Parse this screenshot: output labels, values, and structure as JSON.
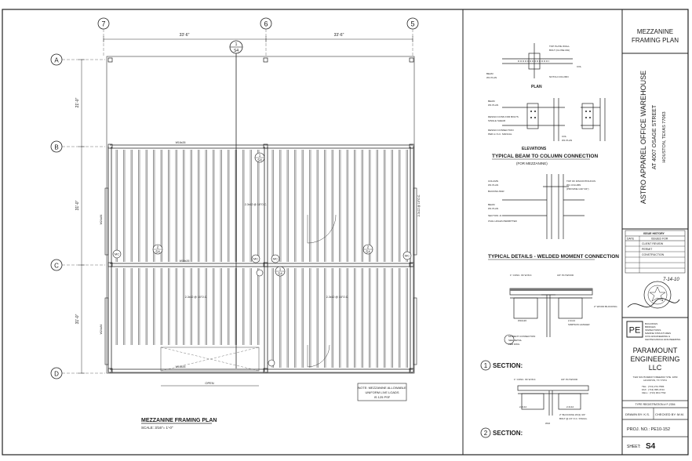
{
  "plan": {
    "grid_columns": [
      "7",
      "6",
      "5"
    ],
    "grid_rows": [
      "A",
      "B",
      "C",
      "D"
    ],
    "dim_top": [
      "33'-6\"",
      "33'-6\""
    ],
    "dim_left": [
      "21'-0\"",
      "31'-0\"",
      "31'-0\""
    ],
    "section_tag_top": {
      "num": "1",
      "sheet": "S4"
    },
    "beam_labels": {
      "b_row": "W16x26",
      "c_row": "W16x26",
      "d_row": "W16x26",
      "left_col": "W24x84",
      "right_col": "W24x84",
      "joists_1": "2-3x12 @ 16\"O.C.",
      "joists_2": "2-3x12 @ 16\"O.C.",
      "joists_3": "2-3x12 @ 16\"O.C.",
      "joists_4": "2-3x12 @ 16\"O.C."
    },
    "mc_tag": "MC",
    "bubble_sheet": "S4",
    "bubble_nums": [
      "2",
      "2",
      "1",
      "1"
    ],
    "open_label": "OPEN",
    "note_lines": [
      "NOTE: MEZZANINE ALLOWABLE",
      "UNIFORM LIVE LOADS",
      "IS 125 PSF"
    ],
    "title": "MEZZANINE FRAMING PLAN",
    "scale": "SCALE: 3/16\"= 1'-0\""
  },
  "details": {
    "plan_label": "PLAN",
    "elevations_label": "ELEVATIONS",
    "detail1_title": "TYPICAL BEAM TO COLUMN CONNECTION",
    "detail1_sub": "(FOR MEZZANINE)",
    "detail2_title": "TYPICAL DETAILS - WELDED MOMENT CONNECTION",
    "section1_num": "1",
    "section1_label": "SECTION:",
    "section2_num": "2",
    "section2_label": "SECTION:",
    "notes_plan": [
      "TOP PLATE W/ALL",
      "BOLT (CLOSE MH)",
      "NOTCH COLUMN",
      "COL",
      "BEAM",
      "W1 PLAN"
    ],
    "notes_elev": [
      "BEAM",
      "W1 PLAN",
      "COL",
      "W1 PLAN",
      "DESIGN CONN FOR BOLTS",
      "SINGLE SHEAR",
      "DESIGN CONNECTION",
      "PER A.I.S.C. MANUAL"
    ],
    "notes_moment": [
      "COLUMN",
      "W1 PLAN",
      "BACKING BAR",
      "BEAM",
      "W1 PLAN",
      "SECTION J1",
      "OVAL HOLES PERMITTED",
      "TOP OF DISCONTINUOUS",
      "W1 COLUMN",
      "(PROVIDE CAP 3/4\")"
    ],
    "sect1_notes": [
      "1\" CONC. W/ W.W.F.",
      "3/4\" PLYWOOD",
      "2\" WOOD BLOCKING",
      "W16x26",
      "2-3x12",
      "SIMPSON HANGER",
      "MOMENT CONNECTION",
      "SEE DETAIL",
      "PER DWG"
    ],
    "sect2_notes": [
      "1\" CONC. W/ W.W.F.",
      "3/4\" PLYWOOD",
      "2-3x12",
      "2-3x12",
      "2\" BLOCKING W/(1) 3/4\"",
      "BOLT @ 24\" O.C. STAGG.",
      "W16"
    ]
  },
  "title_block": {
    "sheet_title": [
      "MEZZANINE",
      "FRAMING PLAN"
    ],
    "project": "ASTRO APPAREL OFFICE WAREHOUSE",
    "address": "AT 4007 OSAGE STREET",
    "city": "HOUSTON, TEXAS 77063",
    "issue_history": "ISSUE HISTORY",
    "issue_cols": [
      "DATE",
      "ISSUED FOR"
    ],
    "issue_rows": [
      "CLIENT REVIEW",
      "PERMIT",
      "CONSTRUCTION"
    ],
    "seal_date": "7-14-10",
    "pe_logo": "PE",
    "pe_services": [
      "BUILDINGS",
      "BRIDGES",
      "INSPECTIONS",
      "MARINE STRUCTURES",
      "CIVIL ENGINEERING &",
      "GEOTECHNICAL ENGINEERING"
    ],
    "firm": [
      "PARAMOUNT",
      "ENGINEERING",
      "LLC"
    ],
    "firm_address": [
      "7322 SOUTHWEST FREEWAY STE. 1050",
      "HOUSTON, TX 77074"
    ],
    "firm_phones": [
      "TEL : (713) 272-7584",
      "FAX : (713) 995-4744",
      "CELL : (713) 304-7762"
    ],
    "registration": "TYPE REGISTRATION # F-2394",
    "drawn_by": "DRAWN BY: K.S.",
    "checked_by": "CHECKED BY: M.M.",
    "proj_no": "PROJ. NO.: PE10-152",
    "sheet_label": "SHEET:",
    "sheet_no": "S4"
  }
}
